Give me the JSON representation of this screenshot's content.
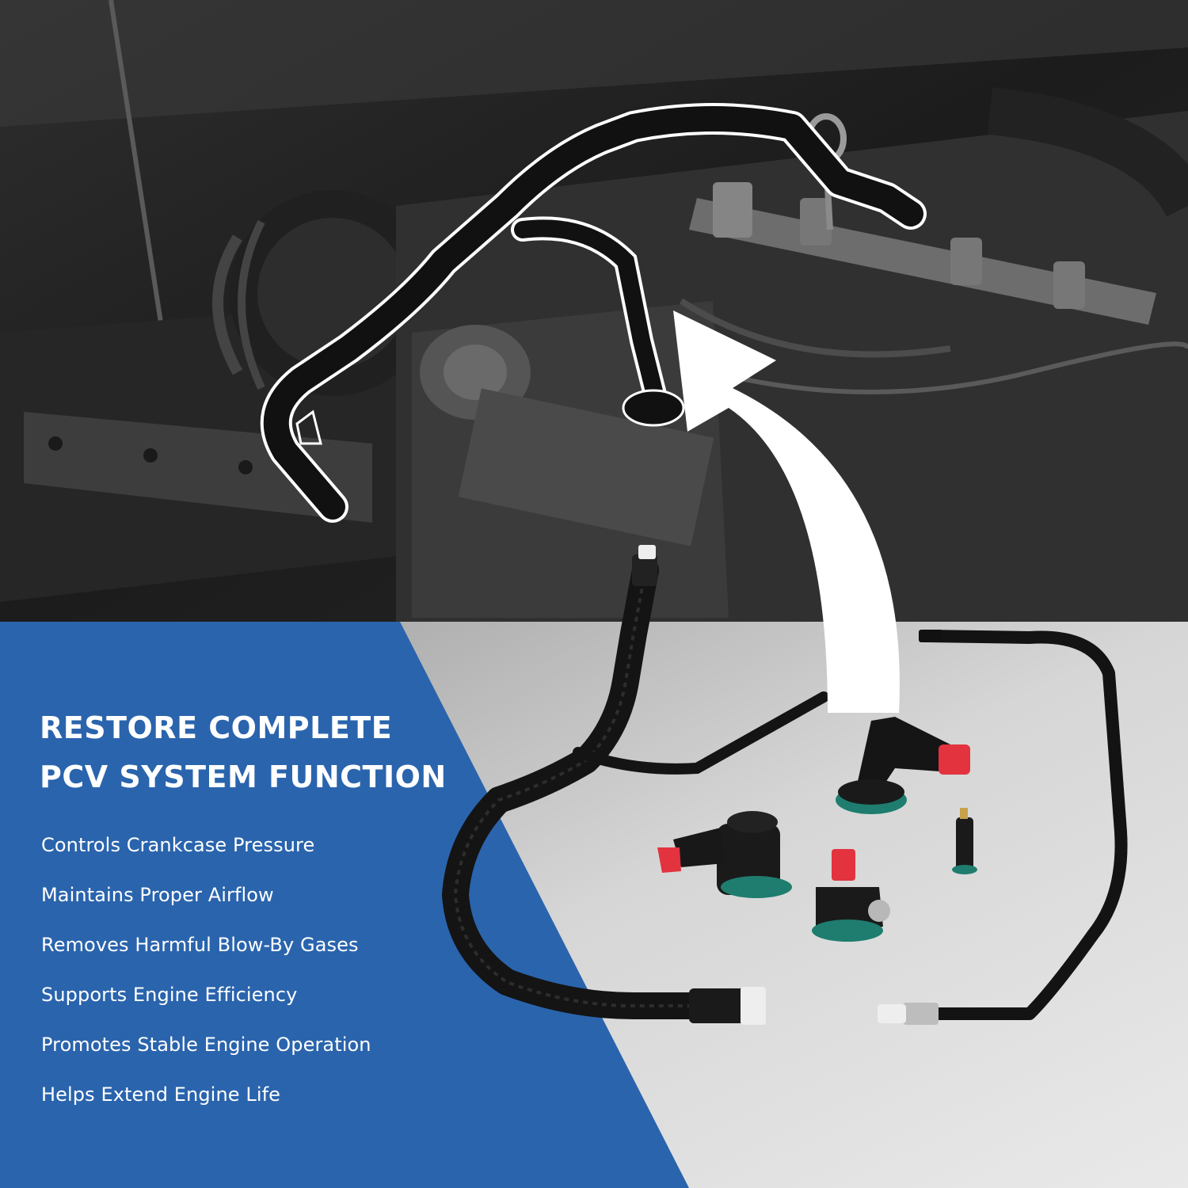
{
  "headline": {
    "line1": "RESTORE COMPLETE",
    "line2": "PCV SYSTEM FUNCTION"
  },
  "benefits": [
    "Controls Crankcase Pressure",
    "Maintains Proper Airflow",
    "Removes Harmful Blow-By Gases",
    "Supports Engine Efficiency",
    "Promotes Stable Engine Operation",
    "Helps Extend Engine Life"
  ],
  "colors": {
    "panel_blue": "#2a64ad",
    "engine_dark": "#1c1c1c",
    "product_bg": "#d2d2d2",
    "hose_black": "#121212",
    "cap_red": "#e2333f",
    "seal_green": "#1e7d6e",
    "arrow_white": "#ffffff"
  },
  "icons": [
    "curved-arrow-icon"
  ]
}
